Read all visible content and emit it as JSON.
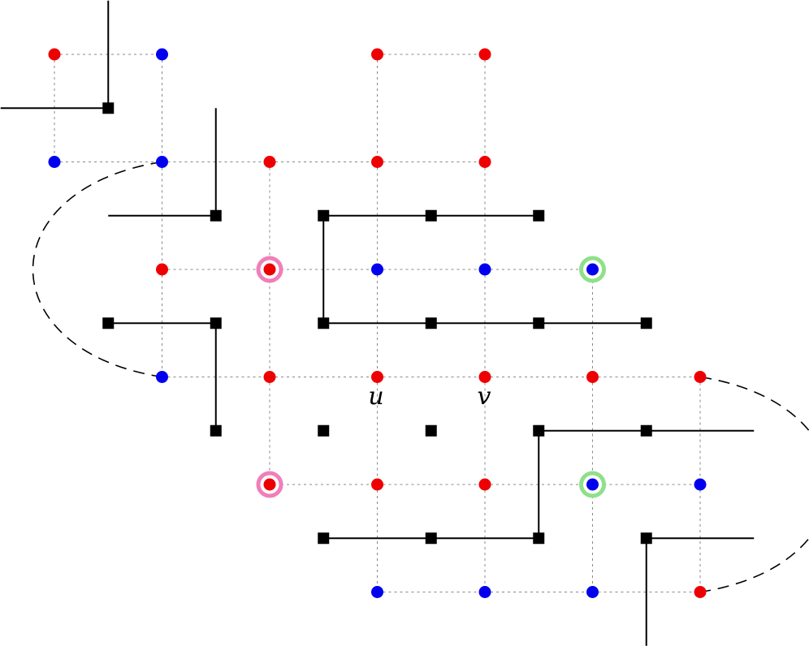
{
  "diagram": {
    "colors": {
      "red": "#ee0000",
      "blue": "#0000ee",
      "black": "#000000",
      "dotted": "#888888",
      "pink_ring": "#f07fb8",
      "green_ring": "#8fe08a"
    },
    "labels": {
      "u": "u",
      "v": "v"
    },
    "nodes": [
      {
        "id": "r1",
        "col": 0,
        "row": 0,
        "color": "red"
      },
      {
        "id": "b1",
        "col": 1,
        "row": 0,
        "color": "blue"
      },
      {
        "id": "r2",
        "col": 3,
        "row": 0,
        "color": "red"
      },
      {
        "id": "r3",
        "col": 4,
        "row": 0,
        "color": "red"
      },
      {
        "id": "b2",
        "col": 0,
        "row": 1,
        "color": "blue"
      },
      {
        "id": "b3",
        "col": 1,
        "row": 1,
        "color": "blue"
      },
      {
        "id": "r4",
        "col": 2,
        "row": 1,
        "color": "red"
      },
      {
        "id": "r5",
        "col": 3,
        "row": 1,
        "color": "red"
      },
      {
        "id": "r6",
        "col": 4,
        "row": 1,
        "color": "red"
      },
      {
        "id": "r7",
        "col": 1,
        "row": 2,
        "color": "red"
      },
      {
        "id": "r8",
        "col": 2,
        "row": 2,
        "color": "red",
        "ring": "pink"
      },
      {
        "id": "b4",
        "col": 3,
        "row": 2,
        "color": "blue"
      },
      {
        "id": "b5",
        "col": 4,
        "row": 2,
        "color": "blue"
      },
      {
        "id": "b6",
        "col": 5,
        "row": 2,
        "color": "blue",
        "ring": "green"
      },
      {
        "id": "b7",
        "col": 1,
        "row": 3,
        "color": "blue"
      },
      {
        "id": "r9",
        "col": 2,
        "row": 3,
        "color": "red"
      },
      {
        "id": "u",
        "col": 3,
        "row": 3,
        "color": "red",
        "label": "u"
      },
      {
        "id": "v",
        "col": 4,
        "row": 3,
        "color": "red",
        "label": "v"
      },
      {
        "id": "r10",
        "col": 5,
        "row": 3,
        "color": "red"
      },
      {
        "id": "r11",
        "col": 6,
        "row": 3,
        "color": "red"
      },
      {
        "id": "r12",
        "col": 2,
        "row": 4,
        "color": "red",
        "ring": "pink"
      },
      {
        "id": "r13",
        "col": 3,
        "row": 4,
        "color": "red"
      },
      {
        "id": "r14",
        "col": 4,
        "row": 4,
        "color": "red"
      },
      {
        "id": "b8",
        "col": 5,
        "row": 4,
        "color": "blue",
        "ring": "green"
      },
      {
        "id": "b9",
        "col": 6,
        "row": 4,
        "color": "blue"
      },
      {
        "id": "b10",
        "col": 3,
        "row": 5,
        "color": "blue"
      },
      {
        "id": "b11",
        "col": 4,
        "row": 5,
        "color": "blue"
      },
      {
        "id": "b12",
        "col": 5,
        "row": 5,
        "color": "blue"
      },
      {
        "id": "r15",
        "col": 6,
        "row": 5,
        "color": "red"
      }
    ],
    "dotted_edges": [
      [
        "r1",
        "b1"
      ],
      [
        "r1",
        "b2"
      ],
      [
        "b1",
        "b3"
      ],
      [
        "r2",
        "r3"
      ],
      [
        "r2",
        "r5"
      ],
      [
        "r3",
        "r6"
      ],
      [
        "b2",
        "b3"
      ],
      [
        "b3",
        "r4"
      ],
      [
        "r4",
        "r5"
      ],
      [
        "r5",
        "r6"
      ],
      [
        "b3",
        "r7"
      ],
      [
        "r4",
        "r8"
      ],
      [
        "r5",
        "b4"
      ],
      [
        "r6",
        "b5"
      ],
      [
        "r7",
        "r8"
      ],
      [
        "r8",
        "b4"
      ],
      [
        "b4",
        "b5"
      ],
      [
        "b5",
        "b6"
      ],
      [
        "r7",
        "b7"
      ],
      [
        "r8",
        "r9"
      ],
      [
        "b4",
        "u"
      ],
      [
        "b5",
        "v"
      ],
      [
        "b6",
        "r10"
      ],
      [
        "b7",
        "r9"
      ],
      [
        "r9",
        "u"
      ],
      [
        "u",
        "v"
      ],
      [
        "v",
        "r10"
      ],
      [
        "r10",
        "r11"
      ],
      [
        "r9",
        "r12"
      ],
      [
        "u",
        "r13"
      ],
      [
        "v",
        "r14"
      ],
      [
        "r10",
        "b8"
      ],
      [
        "r11",
        "b9"
      ],
      [
        "r12",
        "r13"
      ],
      [
        "r13",
        "r14"
      ],
      [
        "r14",
        "b8"
      ],
      [
        "b8",
        "b9"
      ],
      [
        "r13",
        "b10"
      ],
      [
        "r14",
        "b11"
      ],
      [
        "b8",
        "b12"
      ],
      [
        "b9",
        "r15"
      ],
      [
        "b10",
        "b11"
      ],
      [
        "b11",
        "b12"
      ],
      [
        "b12",
        "r15"
      ]
    ],
    "squares": [
      {
        "col": 0.5,
        "row": 0.5
      },
      {
        "col": 1.5,
        "row": 1.5
      },
      {
        "col": 2.5,
        "row": 1.5
      },
      {
        "col": 3.5,
        "row": 1.5
      },
      {
        "col": 4.5,
        "row": 1.5
      },
      {
        "col": 0.5,
        "row": 2.5
      },
      {
        "col": 1.5,
        "row": 2.5
      },
      {
        "col": 2.5,
        "row": 2.5
      },
      {
        "col": 3.5,
        "row": 2.5
      },
      {
        "col": 4.5,
        "row": 2.5
      },
      {
        "col": 5.5,
        "row": 2.5
      },
      {
        "col": 1.5,
        "row": 3.5
      },
      {
        "col": 2.5,
        "row": 3.5
      },
      {
        "col": 3.5,
        "row": 3.5
      },
      {
        "col": 4.5,
        "row": 3.5
      },
      {
        "col": 5.5,
        "row": 3.5
      },
      {
        "col": 2.5,
        "row": 4.5
      },
      {
        "col": 3.5,
        "row": 4.5
      },
      {
        "col": 4.5,
        "row": 4.5
      },
      {
        "col": 5.5,
        "row": 4.5
      }
    ],
    "solid_paths": [
      [
        [
          0.5,
          -0.5
        ],
        [
          0.5,
          0.5
        ],
        [
          -0.5,
          0.5
        ]
      ],
      [
        [
          1.5,
          0.5
        ],
        [
          1.5,
          1.5
        ],
        [
          0.5,
          1.5
        ]
      ],
      [
        [
          4.5,
          1.5
        ],
        [
          2.5,
          1.5
        ],
        [
          2.5,
          2.5
        ],
        [
          5.5,
          2.5
        ]
      ],
      [
        [
          0.5,
          2.5
        ],
        [
          1.5,
          2.5
        ],
        [
          1.5,
          3.5
        ]
      ],
      [
        [
          6.5,
          3.5
        ],
        [
          4.5,
          3.5
        ],
        [
          4.5,
          4.5
        ],
        [
          2.5,
          4.5
        ]
      ],
      [
        [
          6.5,
          4.5
        ],
        [
          5.5,
          4.5
        ],
        [
          5.5,
          5.5
        ]
      ]
    ],
    "dashed_curves": [
      {
        "from": "b3",
        "to": "b7",
        "bulge": "left"
      },
      {
        "from": "r11",
        "to": "r15",
        "bulge": "right"
      }
    ]
  }
}
